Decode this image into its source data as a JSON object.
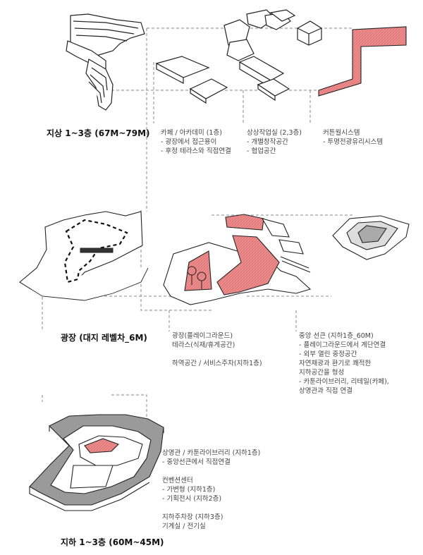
{
  "sections": {
    "upper": {
      "heading": "지상 1~3층 (67M~79M)",
      "cafe": {
        "title": "카페 / 아카데미 (1층)",
        "lines": [
          "- 광장에서 접근용이",
          "- 후정 테라스와 직접연결"
        ]
      },
      "studio": {
        "title": "상상작업실 (2,3층)",
        "lines": [
          "- 개별창작공간",
          "- 협업공간"
        ]
      },
      "curtain": {
        "title": "커튼월시스템",
        "lines": [
          "- 투명전광유리시스템"
        ]
      }
    },
    "plaza": {
      "heading": "광장 (대지 레벨차_6M)",
      "left_lines": [
        "광장(플레이그라운드)",
        "테라스(식재/휴게공간)",
        "",
        "하역공간 / 서비스주차(지하1층)"
      ],
      "right_lines": [
        "중앙 선큰 (지하1층_60M)",
        "- 플레이그라운드에서 계단연결",
        "- 외부 열린 중정공간",
        "  자연채광과 환기로 쾌적한",
        "  지하공간을 형성",
        "- 카툰라이브러리, 리테일(카페),",
        "  상영관과 직접 연결"
      ]
    },
    "basement": {
      "heading": "지하 1~3층 (60M~45M)",
      "lines": [
        "상영관 / 카툰라이브러리 (지하1층)",
        "- 중앙선큰에서 직접연결",
        "",
        "컨벤션센터",
        "- 가변형 (지하1층)",
        "- 기획전시 (지하2층)",
        "",
        "지하주차장 (지하3층)",
        "기계실 / 전기실"
      ]
    }
  },
  "colors": {
    "accent": "#e97b7b",
    "outline": "#222222",
    "leader": "#8a8a8a",
    "shadow": "#9a9a9a"
  }
}
